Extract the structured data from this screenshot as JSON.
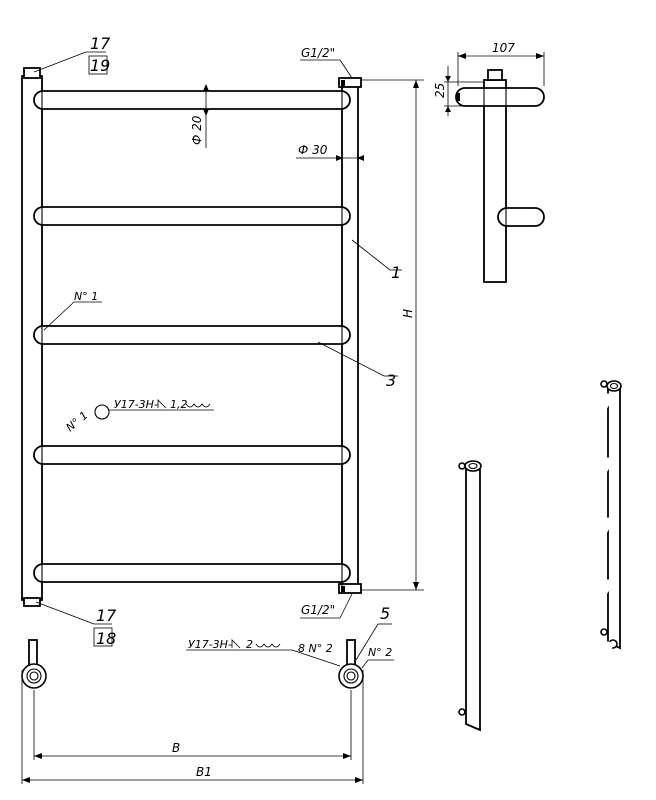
{
  "labels": {
    "part_17_top": "17",
    "part_19": "19",
    "part_17_bottom": "17",
    "part_18": "18",
    "part_1": "1",
    "part_3": "3",
    "part_5": "5",
    "thread_top": "G1/2\"",
    "thread_bottom": "G1/2\"",
    "dia_20": "Ф 20",
    "dia_30": "Ф 30",
    "height_H": "H",
    "weld_no1_a": "N° 1",
    "weld_no1_b": "N° 1",
    "weld_spec_1": "У17-3Н-",
    "weld_size_1": "1,2",
    "weld_spec_2": "У17-3Н-",
    "weld_size_2": "2",
    "weld_no2_a": "8 N° 2",
    "weld_no2_b": "N° 2",
    "dim_107": "107",
    "dim_25": "25",
    "dim_B": "В",
    "dim_B1": "В1"
  }
}
